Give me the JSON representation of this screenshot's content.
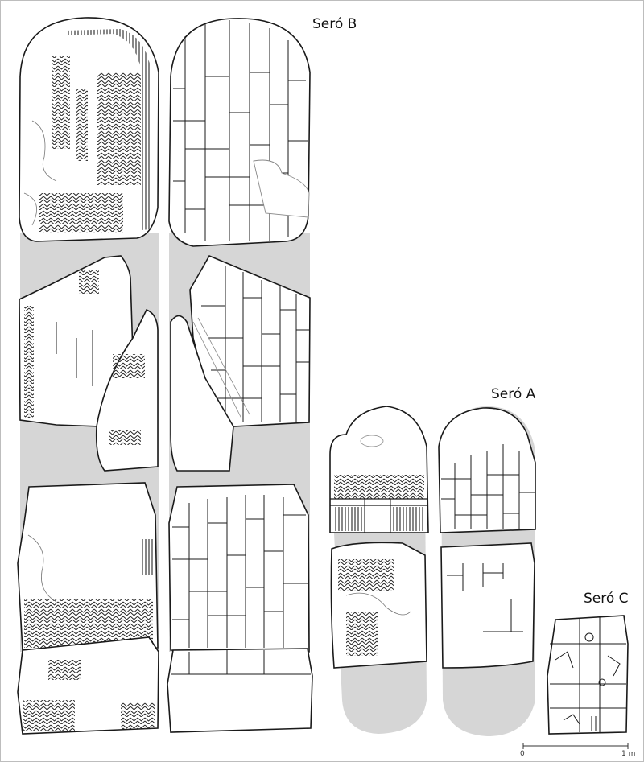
{
  "labels": {
    "sero_b": "Seró B",
    "sero_a": "Seró A",
    "sero_c": "Seró C"
  },
  "scale": {
    "start": "0",
    "end": "1 m"
  },
  "colors": {
    "shadow": "#d6d6d6",
    "stroke": "#1a1a1a",
    "frame": "#bdbdbd"
  }
}
